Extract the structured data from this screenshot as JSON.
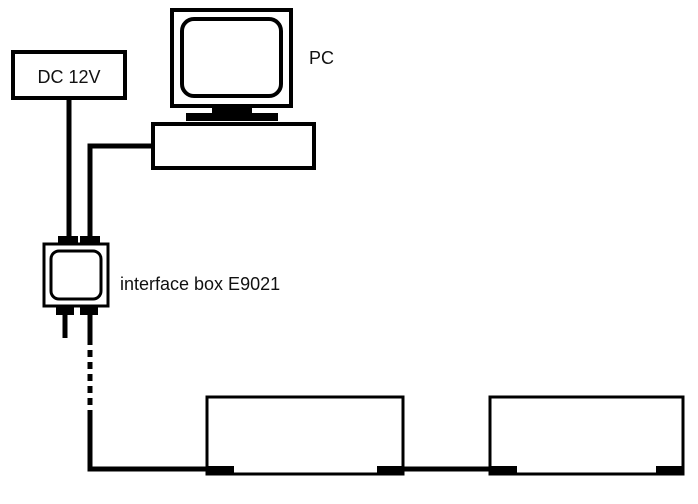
{
  "diagram": {
    "labels": {
      "power_supply": "DC 12V",
      "pc": "PC",
      "interface_box": "interface box E9021"
    },
    "colors": {
      "stroke": "#000000",
      "background": "#ffffff",
      "text": "#111111"
    },
    "components": [
      {
        "id": "power-supply",
        "kind": "box with text"
      },
      {
        "id": "pc",
        "kind": "computer icon"
      },
      {
        "id": "interface-box",
        "kind": "interface box icon"
      },
      {
        "id": "device-1",
        "kind": "device box"
      },
      {
        "id": "device-2",
        "kind": "device box"
      }
    ],
    "connections": [
      {
        "from": "power-supply",
        "to": "interface-box",
        "style": "solid"
      },
      {
        "from": "pc",
        "to": "interface-box",
        "style": "solid"
      },
      {
        "from": "interface-box",
        "to": "device-1",
        "style": "dashed then solid"
      },
      {
        "from": "device-1",
        "to": "device-2",
        "style": "solid"
      }
    ]
  }
}
